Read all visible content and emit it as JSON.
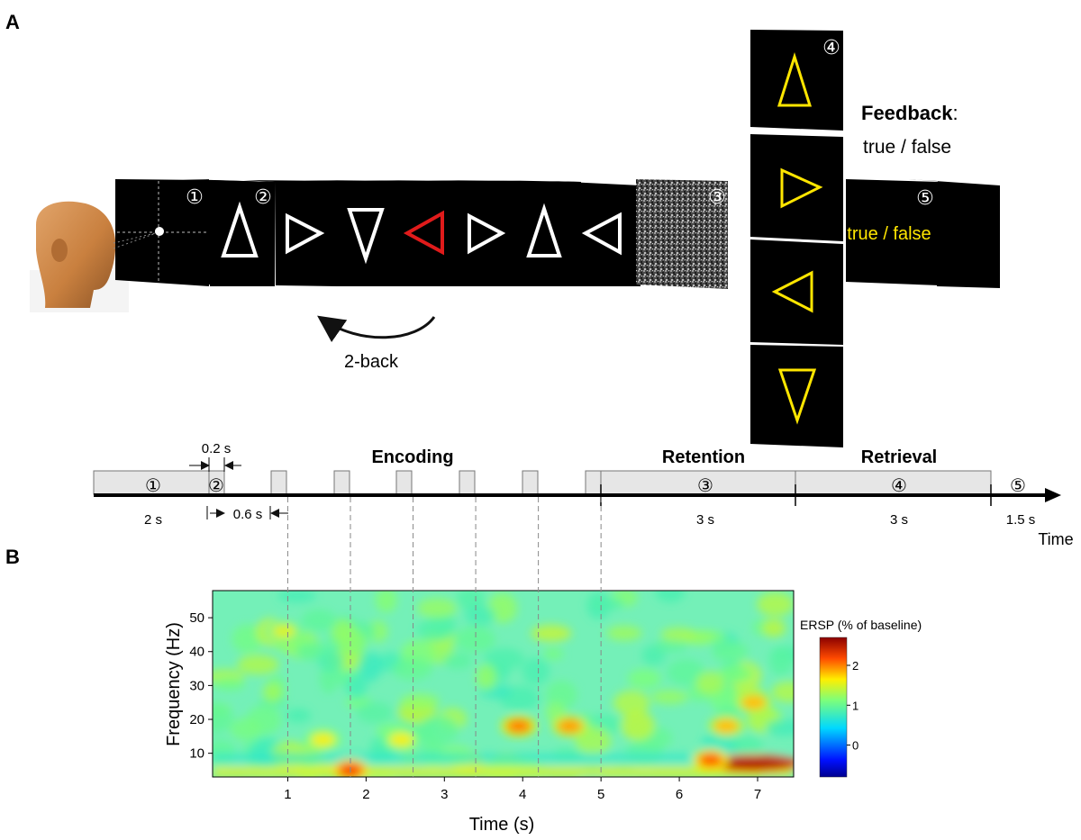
{
  "panel_a": {
    "label": "A",
    "circled": [
      "①",
      "②",
      "③",
      "④",
      "⑤"
    ],
    "two_back_label": "2-back",
    "feedback_title": "Feedback",
    "feedback_colon": ":",
    "feedback_options": "true / false",
    "screen5_text": "true / false",
    "colors": {
      "stimulus": "#ffffff",
      "target": "#e01b1b",
      "probe": "#ffe600",
      "screen": "#000000"
    }
  },
  "timeline": {
    "phases": {
      "encoding": "Encoding",
      "retention": "Retention",
      "retrieval": "Retrieval"
    },
    "durations": {
      "fixation": "2 s",
      "stim_on": "0.2 s",
      "isi": "0.6 s",
      "retention": "3 s",
      "retrieval": "3 s",
      "feedback": "1.5 s"
    },
    "axis_label": "Time"
  },
  "panel_b": {
    "label": "B",
    "chart_data": {
      "type": "heatmap",
      "xlabel": "Time (s)",
      "ylabel": "Frequency (Hz)",
      "x_ticks": [
        1,
        2,
        3,
        4,
        5,
        6,
        7
      ],
      "y_ticks": [
        10,
        20,
        30,
        40,
        50
      ],
      "xlim": [
        0.04,
        7.46
      ],
      "ylim": [
        3,
        58
      ],
      "event_lines_s": [
        1,
        1.8,
        2.6,
        3.4,
        4.2,
        5
      ],
      "colorbar": {
        "label": "ERSP (% of baseline)",
        "ticks": [
          0,
          1,
          2
        ],
        "range": [
          -0.8,
          2.7
        ]
      },
      "hotspots": [
        {
          "t": 6.95,
          "f": 7,
          "value": 2.6
        },
        {
          "t": 6.4,
          "f": 8,
          "value": 2.1
        },
        {
          "t": 1.8,
          "f": 5,
          "value": 2.2
        },
        {
          "t": 3.95,
          "f": 18,
          "value": 2.0
        },
        {
          "t": 4.6,
          "f": 18,
          "value": 1.9
        },
        {
          "t": 6.6,
          "f": 18,
          "value": 1.8
        },
        {
          "t": 6.95,
          "f": 25,
          "value": 1.8
        },
        {
          "t": 1.45,
          "f": 14,
          "value": 1.6
        },
        {
          "t": 2.45,
          "f": 14,
          "value": 1.6
        },
        {
          "t": 0.95,
          "f": 46,
          "value": 1.5
        }
      ]
    }
  }
}
